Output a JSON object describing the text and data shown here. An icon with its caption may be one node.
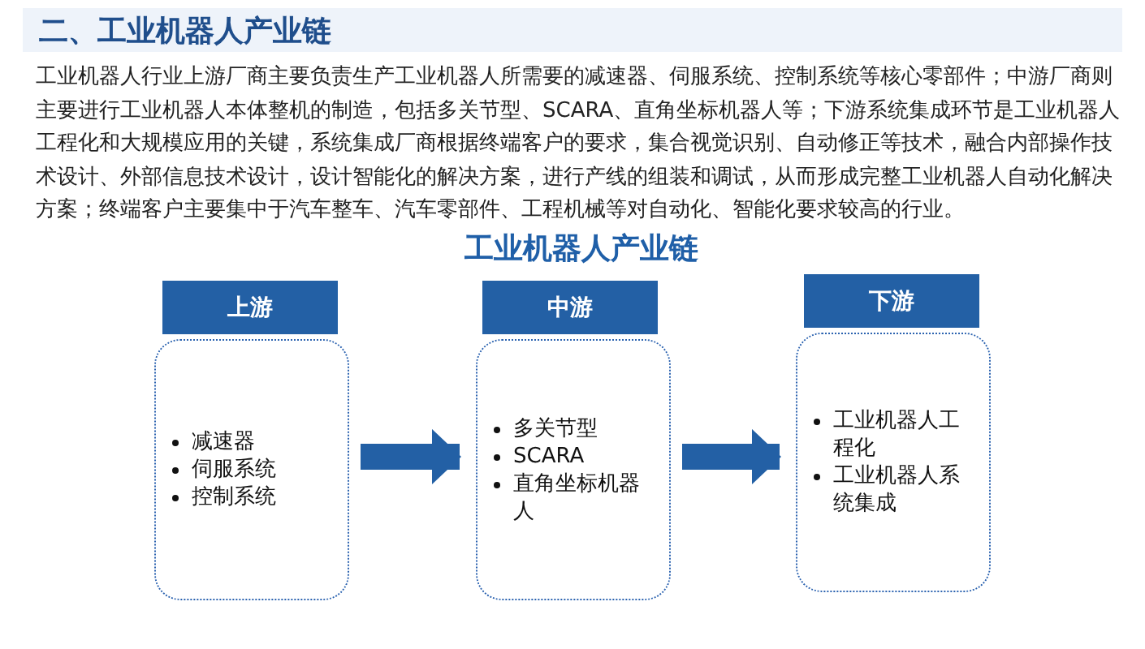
{
  "diagram": {
    "title": "工业机器人产业链",
    "nodes": [
      {
        "text": [
          "上游"
        ]
      },
      {
        "text": [
          "减速器",
          "伺服系统",
          "控制系统"
        ]
      },
      {
        "text": [
          "中游"
        ]
      },
      {
        "text": [
          "多关节型",
          "SCARA",
          "直角坐标机器人"
        ]
      },
      {
        "text": [
          "下游"
        ]
      },
      {
        "text": [
          "工业机器人工程化",
          "工业机器人系统集成"
        ]
      }
    ],
    "edges": [
      {
        "from": 1,
        "to": 3,
        "arrow": "to"
      },
      {
        "from": 3,
        "to": 5,
        "arrow": "to"
      }
    ],
    "labels": [
      "二、工业机器人产业链",
      "工业机器人行业上游厂商主要负责生产工业机器人所需要的减速器、伺服系统、控制系统等核心零部件；中游厂商则主要进行工业机器人本体整机的制造，包括多关节型、SCARA、直角坐标机器人等；下游系统集成环节是工业机器人工程化和大规模应用的关键，系统集成厂商根据终端客户的要求，集合视觉识别、自动修正等技术，融合内部操作技术设计、外部信息技术设计，设计智能化的解决方案，进行产线的组装和调试，从而形成完整工业机器人自动化解决方案；终端客户主要集中于汽车整车、汽车零部件、工程机械等对自动化、智能化要求较高的行业。"
    ]
  }
}
